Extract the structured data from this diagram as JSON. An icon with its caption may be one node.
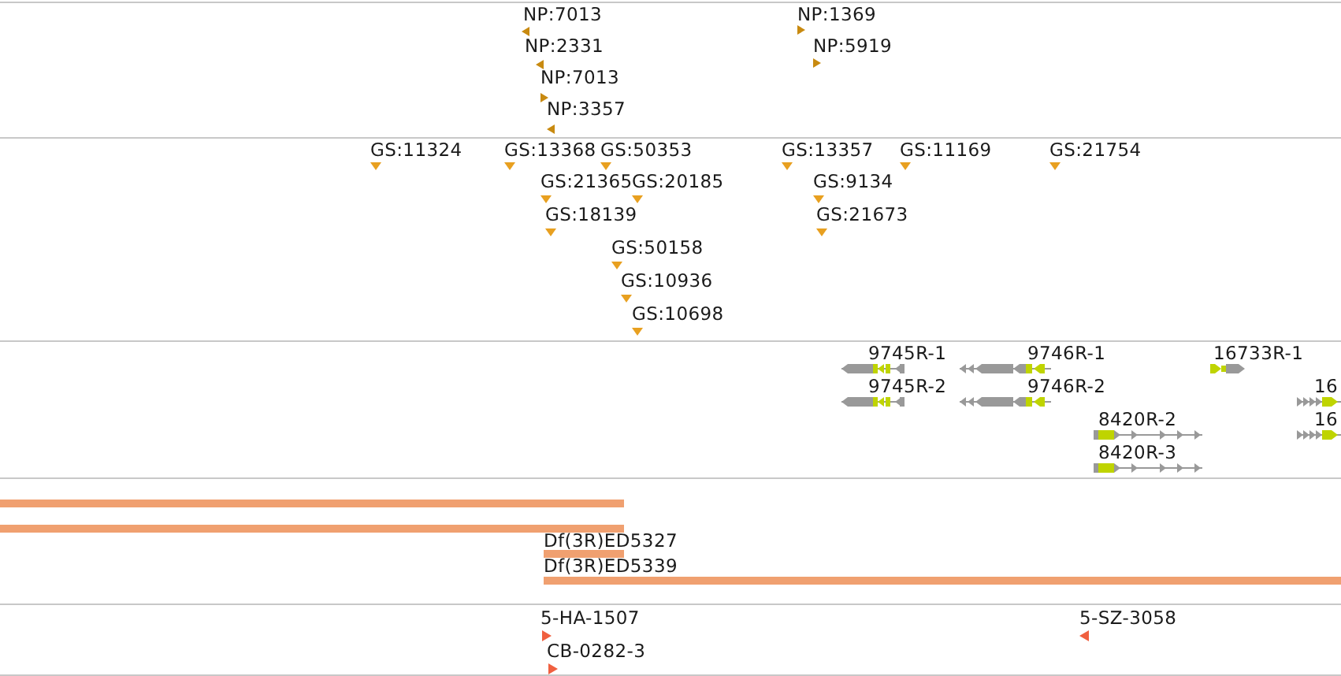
{
  "diagram": {
    "labels": [
      "NP:7013",
      "NP:1369",
      "NP:2331",
      "NP:5919",
      "NP:7013",
      "NP:3357",
      "GS:11324",
      "GS:13368",
      "GS:50353",
      "GS:13357",
      "GS:11169",
      "GS:21754",
      "GS:21365",
      "GS:20185",
      "GS:9134",
      "GS:18139",
      "GS:21673",
      "GS:50158",
      "GS:10936",
      "GS:10698",
      "9745R-1",
      "9746R-1",
      "16733R-1",
      "9745R-2",
      "9746R-2",
      "16",
      "8420R-2",
      "16",
      "8420R-3",
      "Df(3R)ED5327",
      "Df(3R)ED5339",
      "5-HA-1507",
      "5-SZ-3058",
      "CB-0282-3"
    ]
  }
}
